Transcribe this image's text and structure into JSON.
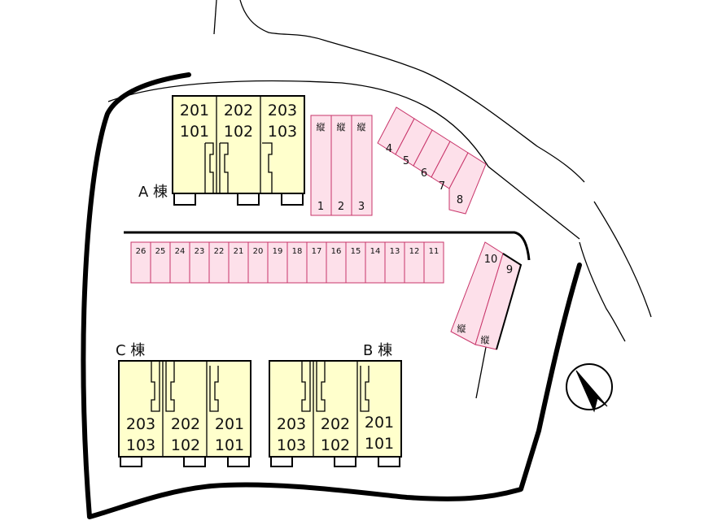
{
  "colors": {
    "building_fill": "#ffffcc",
    "parking_fill": "#fde0ea",
    "parking_stroke": "#c8356a",
    "outline": "#000000"
  },
  "buildings": {
    "a": {
      "label": "A 棟",
      "upper_rooms": [
        "201",
        "202",
        "203"
      ],
      "lower_rooms": [
        "101",
        "102",
        "103"
      ]
    },
    "b": {
      "label": "B 棟",
      "upper_rooms": [
        "203",
        "202",
        "201"
      ],
      "lower_rooms": [
        "103",
        "102",
        "101"
      ]
    },
    "c": {
      "label": "C 棟",
      "upper_rooms": [
        "203",
        "202",
        "201"
      ],
      "lower_rooms": [
        "103",
        "102",
        "101"
      ]
    }
  },
  "parking": {
    "vertical_top_label": "縦",
    "vertical_numbers": [
      "1",
      "2",
      "3"
    ],
    "diagonal_numbers": [
      "4",
      "5",
      "6",
      "7",
      "8"
    ],
    "row_numbers": [
      "26",
      "25",
      "24",
      "23",
      "22",
      "21",
      "20",
      "19",
      "18",
      "17",
      "16",
      "15",
      "14",
      "13",
      "12",
      "11"
    ],
    "right_numbers": [
      "10",
      "9"
    ],
    "right_bottom_label": "縦"
  },
  "compass": {
    "icon": "north-arrow-icon"
  }
}
